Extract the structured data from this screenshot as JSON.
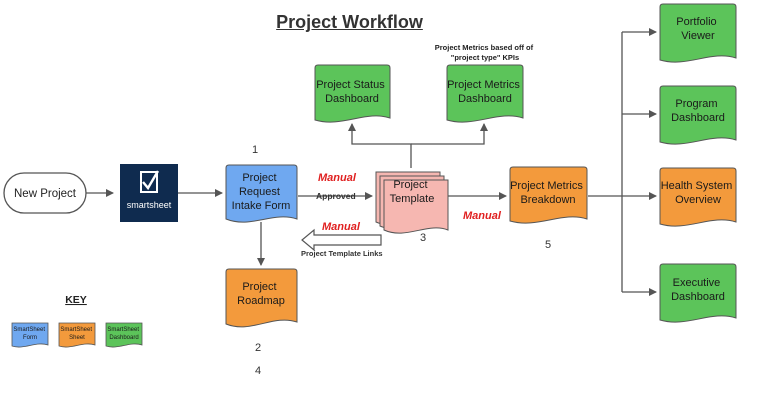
{
  "title": "Project Workflow",
  "colors": {
    "form": "#6fa8f0",
    "sheet": "#f39a3c",
    "dashboard": "#5cc45a",
    "template": "#f6b7b1",
    "smartsheet_logo_bg": "#0f2b4f",
    "manual_text": "#e02020",
    "line": "#555555"
  },
  "nodes": {
    "new_project": "New Project",
    "smartsheet_logo": "smartsheet",
    "intake_form": [
      "Project",
      "Request",
      "Intake Form"
    ],
    "project_roadmap": [
      "Project",
      "Roadmap"
    ],
    "project_template": [
      "Project",
      "Template"
    ],
    "project_status_dashboard": [
      "Project Status",
      "Dashboard"
    ],
    "project_metrics_dashboard": [
      "Project Metrics",
      "Dashboard"
    ],
    "project_metrics_breakdown": [
      "Project Metrics",
      "Breakdown"
    ],
    "portfolio_viewer": [
      "Portfolio",
      "Viewer"
    ],
    "program_dashboard": [
      "Program",
      "Dashboard"
    ],
    "health_system_overview": [
      "Health System",
      "Overview"
    ],
    "executive_dashboard": [
      "Executive",
      "Dashboard"
    ]
  },
  "labels": {
    "manual_1": "Manual",
    "approved": "Approved",
    "manual_2": "Manual",
    "manual_3": "Manual",
    "template_links": "Project Template Links",
    "metrics_note_line1": "Project Metrics based off of",
    "metrics_note_line2": "\"project type\" KPIs",
    "num_1": "1",
    "num_2": "2",
    "num_3": "3",
    "num_4": "4",
    "num_5": "5"
  },
  "key": {
    "title": "KEY",
    "items": [
      [
        "SmartSheet",
        "Form"
      ],
      [
        "SmartSheet",
        "Sheet"
      ],
      [
        "SmartSheet",
        "Dashboard"
      ]
    ]
  }
}
